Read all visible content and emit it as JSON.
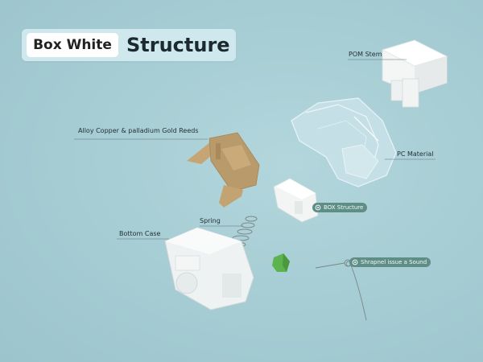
{
  "title": {
    "left": "Box White",
    "right": "Structure"
  },
  "labels": {
    "pom_stem": "POM Stem",
    "alloy_reeds": "Alloy Copper & palladium Gold Reeds",
    "pc_material": "PC Material",
    "spring": "Spring",
    "bottom_case": "Bottom Case"
  },
  "pills": {
    "box_structure": "BOX Structure",
    "shrapnel": "Shrapnel issue a Sound"
  },
  "colors": {
    "background": "#a9cfd5",
    "pill": "#5f8e87",
    "reeds_gold": "#b89a6b",
    "slider_green": "#5db34e"
  }
}
